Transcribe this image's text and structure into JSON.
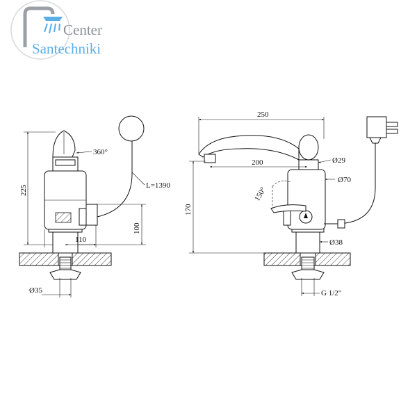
{
  "logo": {
    "line1": "Center",
    "line2": "Santechniki",
    "color1": "#8a8f96",
    "color2": "#5aaee6"
  },
  "dimensions": {
    "left": {
      "rotation": "360°",
      "cable_length": "L=1390",
      "height_total": "225",
      "height_outlet": "100",
      "width": "110",
      "thread_dia": "Ø35"
    },
    "right": {
      "spout_reach": "250",
      "spout_length": "200",
      "height": "170",
      "handle_angle": "150°",
      "dia_cap": "Ø29",
      "dia_body": "Ø70",
      "dia_base": "Ø38",
      "thread": "G 1/2\""
    }
  }
}
